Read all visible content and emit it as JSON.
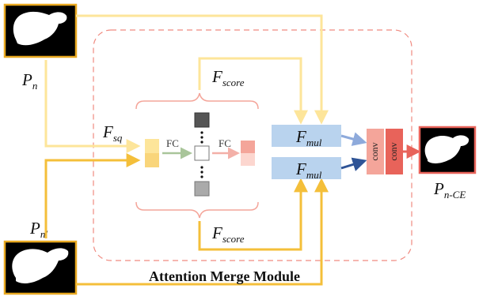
{
  "labels": {
    "p_n": {
      "main": "P",
      "sub": "n"
    },
    "p_n_prime": {
      "main": "P",
      "sub": "n'"
    },
    "p_n_ce": {
      "main": "P",
      "sub": "n-CE"
    },
    "f_sq": {
      "main": "F",
      "sub": "sq"
    },
    "f_score_top": {
      "main": "F",
      "sub": "score"
    },
    "f_score_bottom": {
      "main": "F",
      "sub": "score"
    },
    "f_mul_top": {
      "main": "F",
      "sub": "mul"
    },
    "f_mul_bottom": {
      "main": "F",
      "sub": "mul"
    },
    "fc_left": "FC",
    "fc_right": "FC",
    "conv_1": "conv",
    "conv_2": "conv",
    "module_title": "Attention Merge Module"
  },
  "colors": {
    "yellow_light": "#fde59a",
    "yellow_dark": "#f4bf3a",
    "gold_border": "#e8a820",
    "blue_box": "#b9d3ee",
    "blue_arrow": "#2f5496",
    "light_blue_arrow": "#8eaadb",
    "salmon": "#f4a59a",
    "red": "#e8635a",
    "dashed": "#f08a80",
    "green_arrow": "#a9c59a",
    "pink_arrow": "#f3b0a8"
  }
}
